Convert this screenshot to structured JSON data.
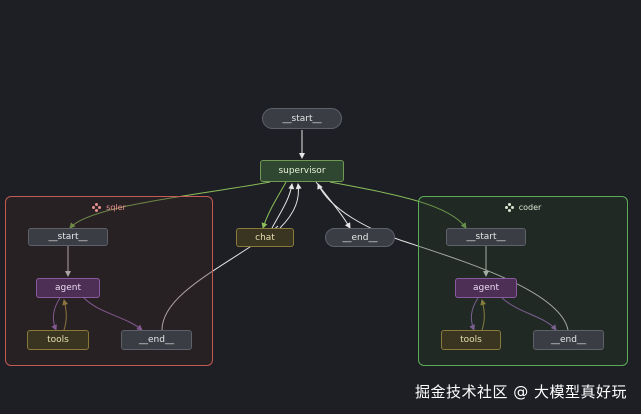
{
  "nodes": {
    "top_start": "__start__",
    "supervisor": "supervisor",
    "chat": "chat",
    "top_end": "__end__"
  },
  "clusters": {
    "sqler": {
      "title": "sqler",
      "start": "__start__",
      "agent": "agent",
      "tools": "tools",
      "end": "__end__"
    },
    "coder": {
      "title": "coder",
      "start": "__start__",
      "agent": "agent",
      "tools": "tools",
      "end": "__end__"
    }
  },
  "icons": {
    "cluster_icon": "graph-nodes-icon"
  },
  "colors": {
    "background": "#1e1f24",
    "sqler_border": "#c25a55",
    "coder_border": "#5cab58",
    "edge_green": "#8bbf5a",
    "edge_white": "#e6e6e6",
    "edge_purple": "#a774c8",
    "edge_olive": "#b8a04a"
  },
  "watermark": "掘金技术社区 @ 大模型真好玩"
}
